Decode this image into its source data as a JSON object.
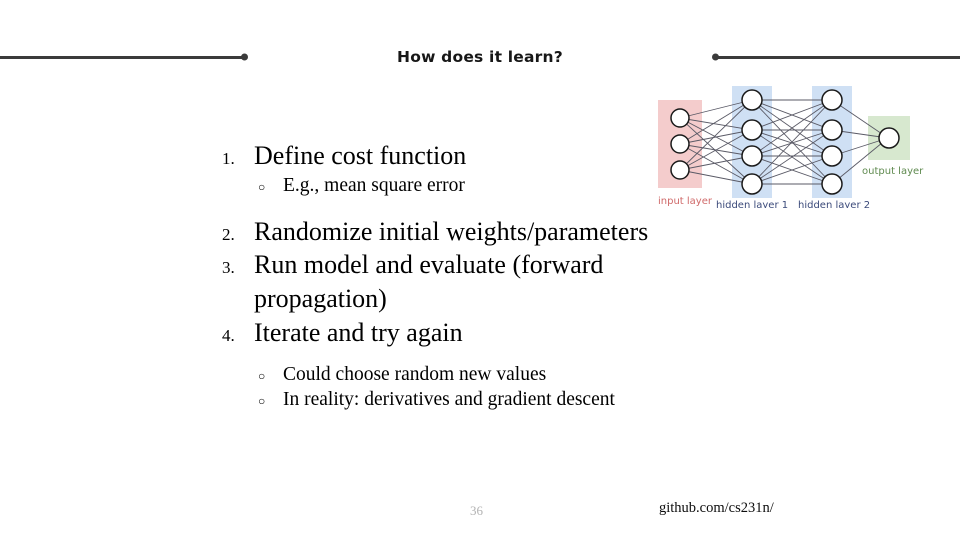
{
  "slide": {
    "title": "How does it learn?",
    "page_number": "36",
    "attribution": "github.com/cs231n/"
  },
  "outline": [
    {
      "marker": "1.",
      "text": "Define cost function"
    },
    {
      "marker": "2.",
      "text": "Randomize initial weights/parameters"
    },
    {
      "marker": "3.",
      "text": "Run model and evaluate (forward"
    },
    {
      "marker": "",
      "text": "propagation)"
    },
    {
      "marker": "4.",
      "text": "Iterate and try again"
    }
  ],
  "sub_bullets_first": [
    {
      "bullet": "○",
      "text": "E.g., mean square error"
    }
  ],
  "sub_bullets_last": [
    {
      "bullet": "○",
      "text": "Could choose random new values"
    },
    {
      "bullet": "○",
      "text": "In reality: derivatives and gradient descent"
    }
  ],
  "figure": {
    "name": "neural-network-diagram",
    "labels": {
      "input": "input layer",
      "hidden1": "hidden layer 1",
      "hidden2": "hidden layer 2",
      "output": "output layer"
    },
    "layer_node_counts": [
      3,
      4,
      4,
      1
    ],
    "colors": {
      "input_panel": "#f4cccc",
      "hidden_panel": "#cfe0f4",
      "output_panel": "#d7e8cf",
      "input_label": "#d06a6a",
      "hidden_label": "#3b4a7a",
      "output_label": "#5f8a4f",
      "node_stroke": "#1a1a1a",
      "edge": "#5a5a66"
    }
  },
  "decor": {
    "rule_color": "#3b3b3b",
    "title_color": "#171717"
  }
}
